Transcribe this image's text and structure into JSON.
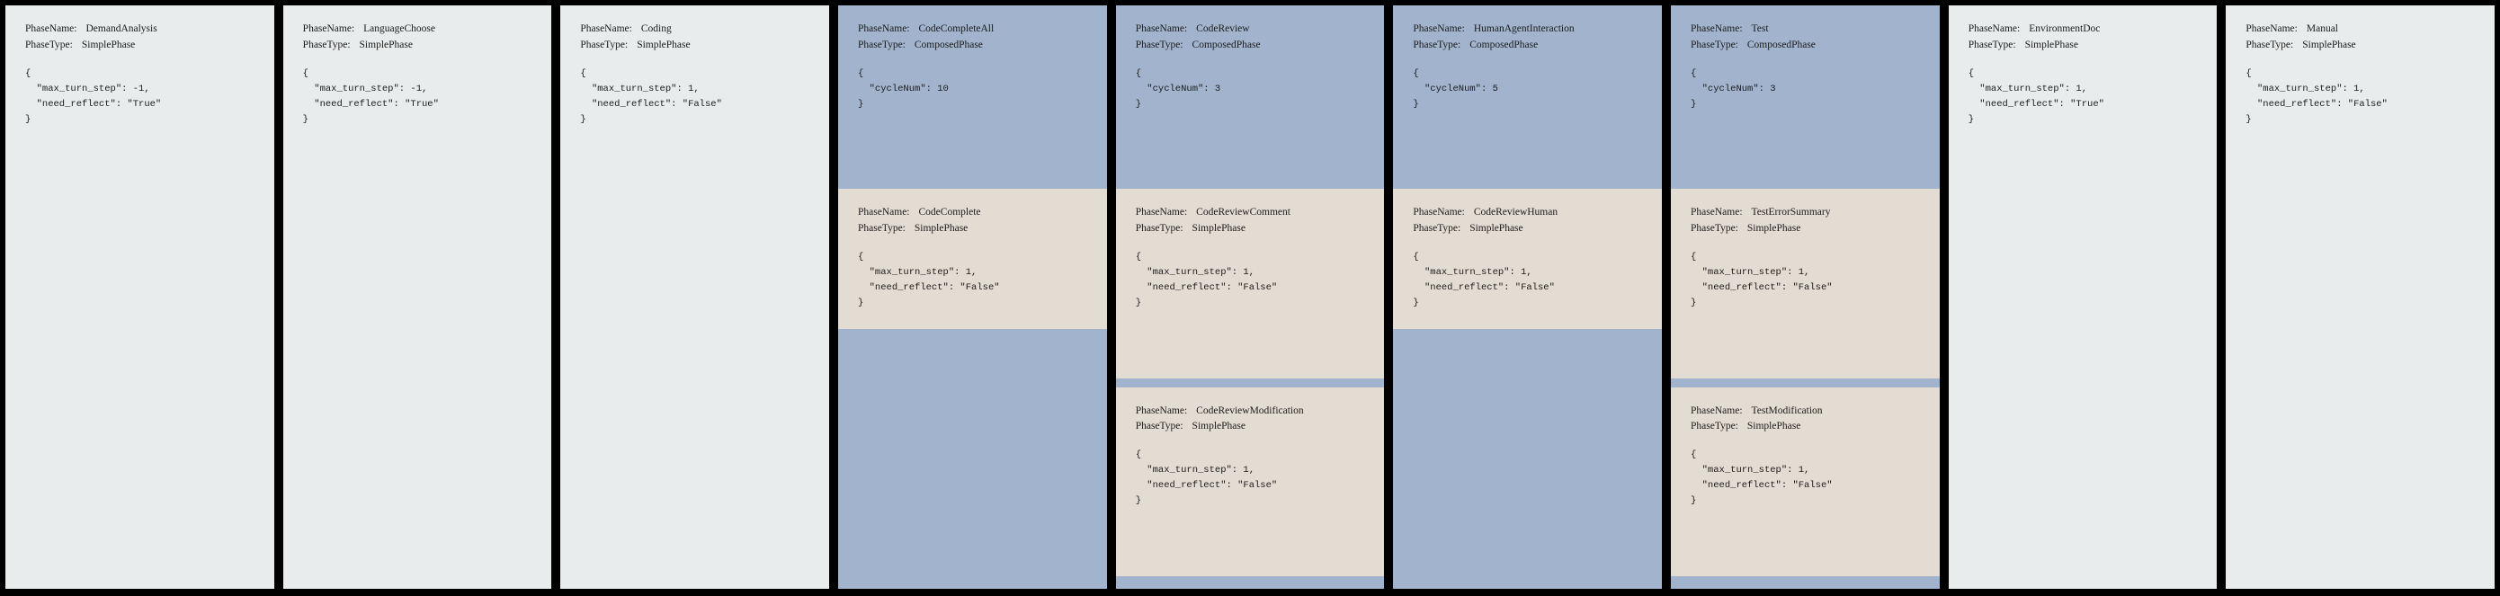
{
  "labels": {
    "phase_name_key": "PhaseName:",
    "phase_type_key": "PhaseType:"
  },
  "colors": {
    "background": "#000000",
    "simple_phase_bg": "#e9ecec",
    "composed_phase_bg": "#a2b4cd",
    "sub_phase_bg": "#e3dcd3",
    "text": "#1b1b1b"
  },
  "phases": [
    {
      "name": "DemandAnalysis",
      "type": "SimplePhase",
      "params": "{\n  \"max_turn_step\": -1,\n  \"need_reflect\": \"True\"\n}",
      "subphases": []
    },
    {
      "name": "LanguageChoose",
      "type": "SimplePhase",
      "params": "{\n  \"max_turn_step\": -1,\n  \"need_reflect\": \"True\"\n}",
      "subphases": []
    },
    {
      "name": "Coding",
      "type": "SimplePhase",
      "params": "{\n  \"max_turn_step\": 1,\n  \"need_reflect\": \"False\"\n}",
      "subphases": []
    },
    {
      "name": "CodeCompleteAll",
      "type": "ComposedPhase",
      "params": "{\n  \"cycleNum\": 10\n}",
      "subphases": [
        {
          "name": "CodeComplete",
          "type": "SimplePhase",
          "params": "{\n  \"max_turn_step\": 1,\n  \"need_reflect\": \"False\"\n}"
        }
      ]
    },
    {
      "name": "CodeReview",
      "type": "ComposedPhase",
      "params": "{\n  \"cycleNum\": 3\n}",
      "subphases": [
        {
          "name": "CodeReviewComment",
          "type": "SimplePhase",
          "params": "{\n  \"max_turn_step\": 1,\n  \"need_reflect\": \"False\"\n}"
        },
        {
          "name": "CodeReviewModification",
          "type": "SimplePhase",
          "params": "{\n  \"max_turn_step\": 1,\n  \"need_reflect\": \"False\"\n}"
        }
      ]
    },
    {
      "name": "HumanAgentInteraction",
      "type": "ComposedPhase",
      "params": "{\n  \"cycleNum\": 5\n}",
      "subphases": [
        {
          "name": "CodeReviewHuman",
          "type": "SimplePhase",
          "params": "{\n  \"max_turn_step\": 1,\n  \"need_reflect\": \"False\"\n}"
        }
      ]
    },
    {
      "name": "Test",
      "type": "ComposedPhase",
      "params": "{\n  \"cycleNum\": 3\n}",
      "subphases": [
        {
          "name": "TestErrorSummary",
          "type": "SimplePhase",
          "params": "{\n  \"max_turn_step\": 1,\n  \"need_reflect\": \"False\"\n}"
        },
        {
          "name": "TestModification",
          "type": "SimplePhase",
          "params": "{\n  \"max_turn_step\": 1,\n  \"need_reflect\": \"False\"\n}"
        }
      ]
    },
    {
      "name": "EnvironmentDoc",
      "type": "SimplePhase",
      "params": "{\n  \"max_turn_step\": 1,\n  \"need_reflect\": \"True\"\n}",
      "subphases": []
    },
    {
      "name": "Manual",
      "type": "SimplePhase",
      "params": "{\n  \"max_turn_step\": 1,\n  \"need_reflect\": \"False\"\n}",
      "subphases": []
    }
  ]
}
